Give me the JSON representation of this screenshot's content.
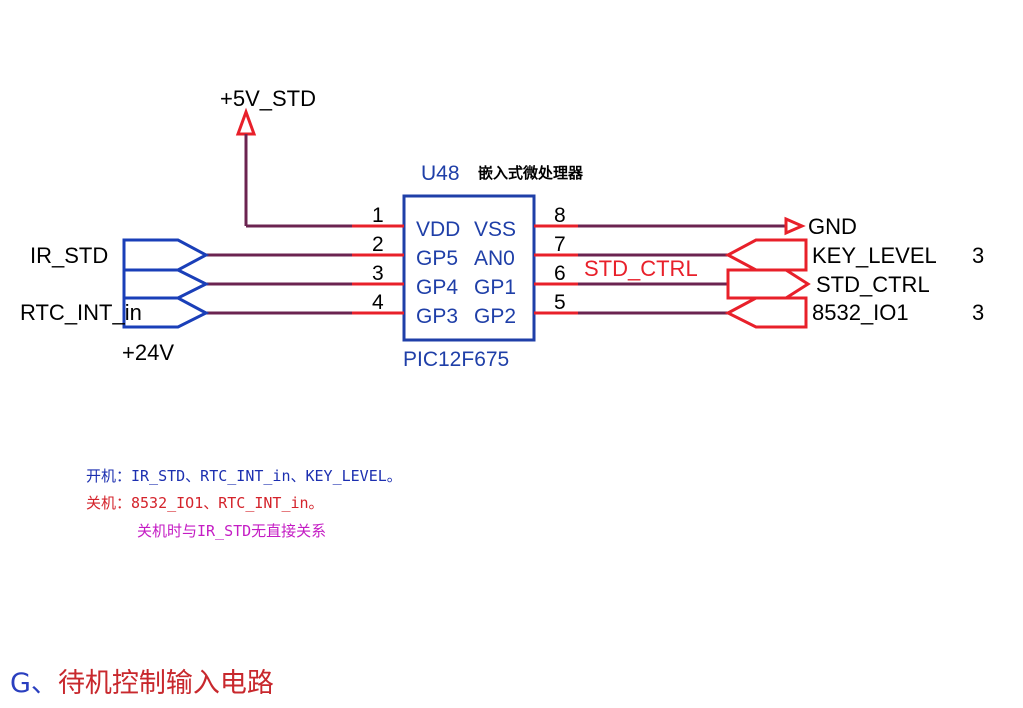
{
  "power": {
    "vcc_label": "+5V_STD",
    "gnd_label": "GND",
    "v24_label": "+24V"
  },
  "chip": {
    "designator": "U48",
    "description": "嵌入式微处理器",
    "part_number": "PIC12F675",
    "left_pins": [
      {
        "num": "1",
        "name": "VDD"
      },
      {
        "num": "2",
        "name": "GP5"
      },
      {
        "num": "3",
        "name": "GP4"
      },
      {
        "num": "4",
        "name": "GP3"
      }
    ],
    "right_pins": [
      {
        "num": "8",
        "name": "VSS"
      },
      {
        "num": "7",
        "name": "AN0"
      },
      {
        "num": "6",
        "name": "GP1"
      },
      {
        "num": "5",
        "name": "GP2"
      }
    ]
  },
  "ports": {
    "ir_std": "IR_STD",
    "rtc_int": "RTC_INT_in",
    "key_level": "KEY_LEVEL",
    "key_level_sheet": "3",
    "std_ctrl": "STD_CTRL",
    "io1": "8532_IO1",
    "io1_sheet": "3",
    "net_std_ctrl": "STD_CTRL"
  },
  "notes": {
    "power_on": "开机：IR_STD、RTC_INT_in、KEY_LEVEL。",
    "power_off": "关机：8532_IO1、RTC_INT_in。",
    "power_off_sub": "关机时与IR_STD无直接关系"
  },
  "caption": {
    "prefix": "G、",
    "title": "待机控制输入电路"
  },
  "colors": {
    "wire_dark": "#6b2450",
    "pin_red": "#e8202a",
    "port_blue": "#1a3fb8",
    "chip_blue": "#1f3fa8",
    "note_blue": "#1c2fb0",
    "note_red": "#d4232b",
    "note_magenta": "#c41cc4",
    "caption_blue": "#2a3fbf",
    "caption_red": "#c8282d"
  }
}
